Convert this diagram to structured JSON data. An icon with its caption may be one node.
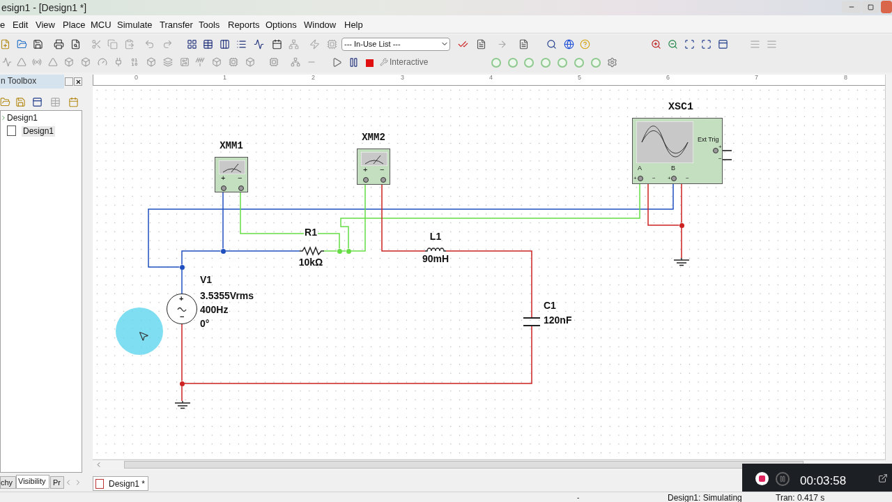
{
  "diagram": {
    "nodes": [
      {
        "text": [
          "+",
          "−"
        ],
        "beside": [
          "XMM1"
        ]
      },
      {
        "text": [
          "+",
          "−"
        ],
        "beside": [
          "XMM2"
        ]
      },
      {
        "text": [
          "Ext Trig",
          "+",
          "−",
          "A",
          "+",
          "−",
          "B",
          "+",
          "−"
        ],
        "beside": [
          "XSC1"
        ]
      },
      {
        "text": [],
        "shape": "resistor",
        "beside": [
          "R1",
          "10kΩ"
        ]
      },
      {
        "text": [],
        "shape": "inductor",
        "beside": [
          "L1",
          "90mH"
        ]
      },
      {
        "text": [],
        "shape": "capacitor",
        "beside": [
          "C1",
          "120nF"
        ]
      },
      {
        "text": [
          "+",
          "−"
        ],
        "beside": [
          "V1",
          "3.5355Vrms",
          "400Hz",
          "0°"
        ]
      },
      {
        "text": [],
        "shape": "ground"
      },
      {
        "text": [],
        "shape": "ground"
      },
      {
        "text": [],
        "shape": "circle"
      },
      {
        "text": [],
        "shape": "circle"
      },
      {
        "text": [],
        "shape": "circle"
      },
      {
        "text": [],
        "shape": "circle"
      },
      {
        "text": [],
        "shape": "circle"
      },
      {
        "text": [],
        "shape": "circle"
      }
    ],
    "edges": [
      {
        "from": 0,
        "to": 9,
        "arrow": "none",
        "color": "#1f4fbf"
      },
      {
        "from": 9,
        "to": 10,
        "arrow": "none",
        "color": "#1f4fbf"
      },
      {
        "from": 10,
        "to": 6,
        "arrow": "none",
        "color": "#1f4fbf"
      },
      {
        "from": 9,
        "to": 3,
        "arrow": "none",
        "color": "#1f4fbf"
      },
      {
        "from": 10,
        "to": 2,
        "arrow": "none",
        "color": "#1f4fbf"
      },
      {
        "from": 0,
        "to": 11,
        "arrow": "none",
        "color": "#66dd44"
      },
      {
        "from": 3,
        "to": 11,
        "arrow": "none",
        "color": "#66dd44"
      },
      {
        "from": 11,
        "to": 12,
        "arrow": "none",
        "color": "#66dd44"
      },
      {
        "from": 12,
        "to": 1,
        "arrow": "none",
        "color": "#66dd44"
      },
      {
        "from": 12,
        "to": 2,
        "arrow": "none",
        "color": "#66dd44"
      },
      {
        "from": 1,
        "to": 4,
        "arrow": "none"
      },
      {
        "from": 4,
        "to": 5,
        "arrow": "none"
      },
      {
        "from": 5,
        "to": 13,
        "arrow": "none"
      },
      {
        "from": 6,
        "to": 13,
        "arrow": "none"
      },
      {
        "from": 13,
        "to": 7,
        "arrow": "none"
      },
      {
        "from": 2,
        "to": 14,
        "arrow": "none"
      },
      {
        "from": 2,
        "to": 14,
        "arrow": "none"
      },
      {
        "from": 14,
        "to": 8,
        "arrow": "none"
      }
    ],
    "labels": [
      "esign1 - [Design1 *]",
      "e",
      "Edit",
      "View",
      "Place",
      "MCU",
      "Simulate",
      "Transfer",
      "Tools",
      "Reports",
      "Options",
      "Window",
      "Help",
      "--- In-Use List ---",
      "Interactive",
      "n Toolbox",
      "Design1",
      "Design1",
      "0",
      "1",
      "2",
      "3",
      "4",
      "5",
      "6",
      "7",
      "8",
      "chy",
      "Visibility",
      "Pr",
      "Design1 *",
      "00:03:58",
      "-",
      "Design1: Simulating",
      "Tran: 0.417 s"
    ]
  }
}
